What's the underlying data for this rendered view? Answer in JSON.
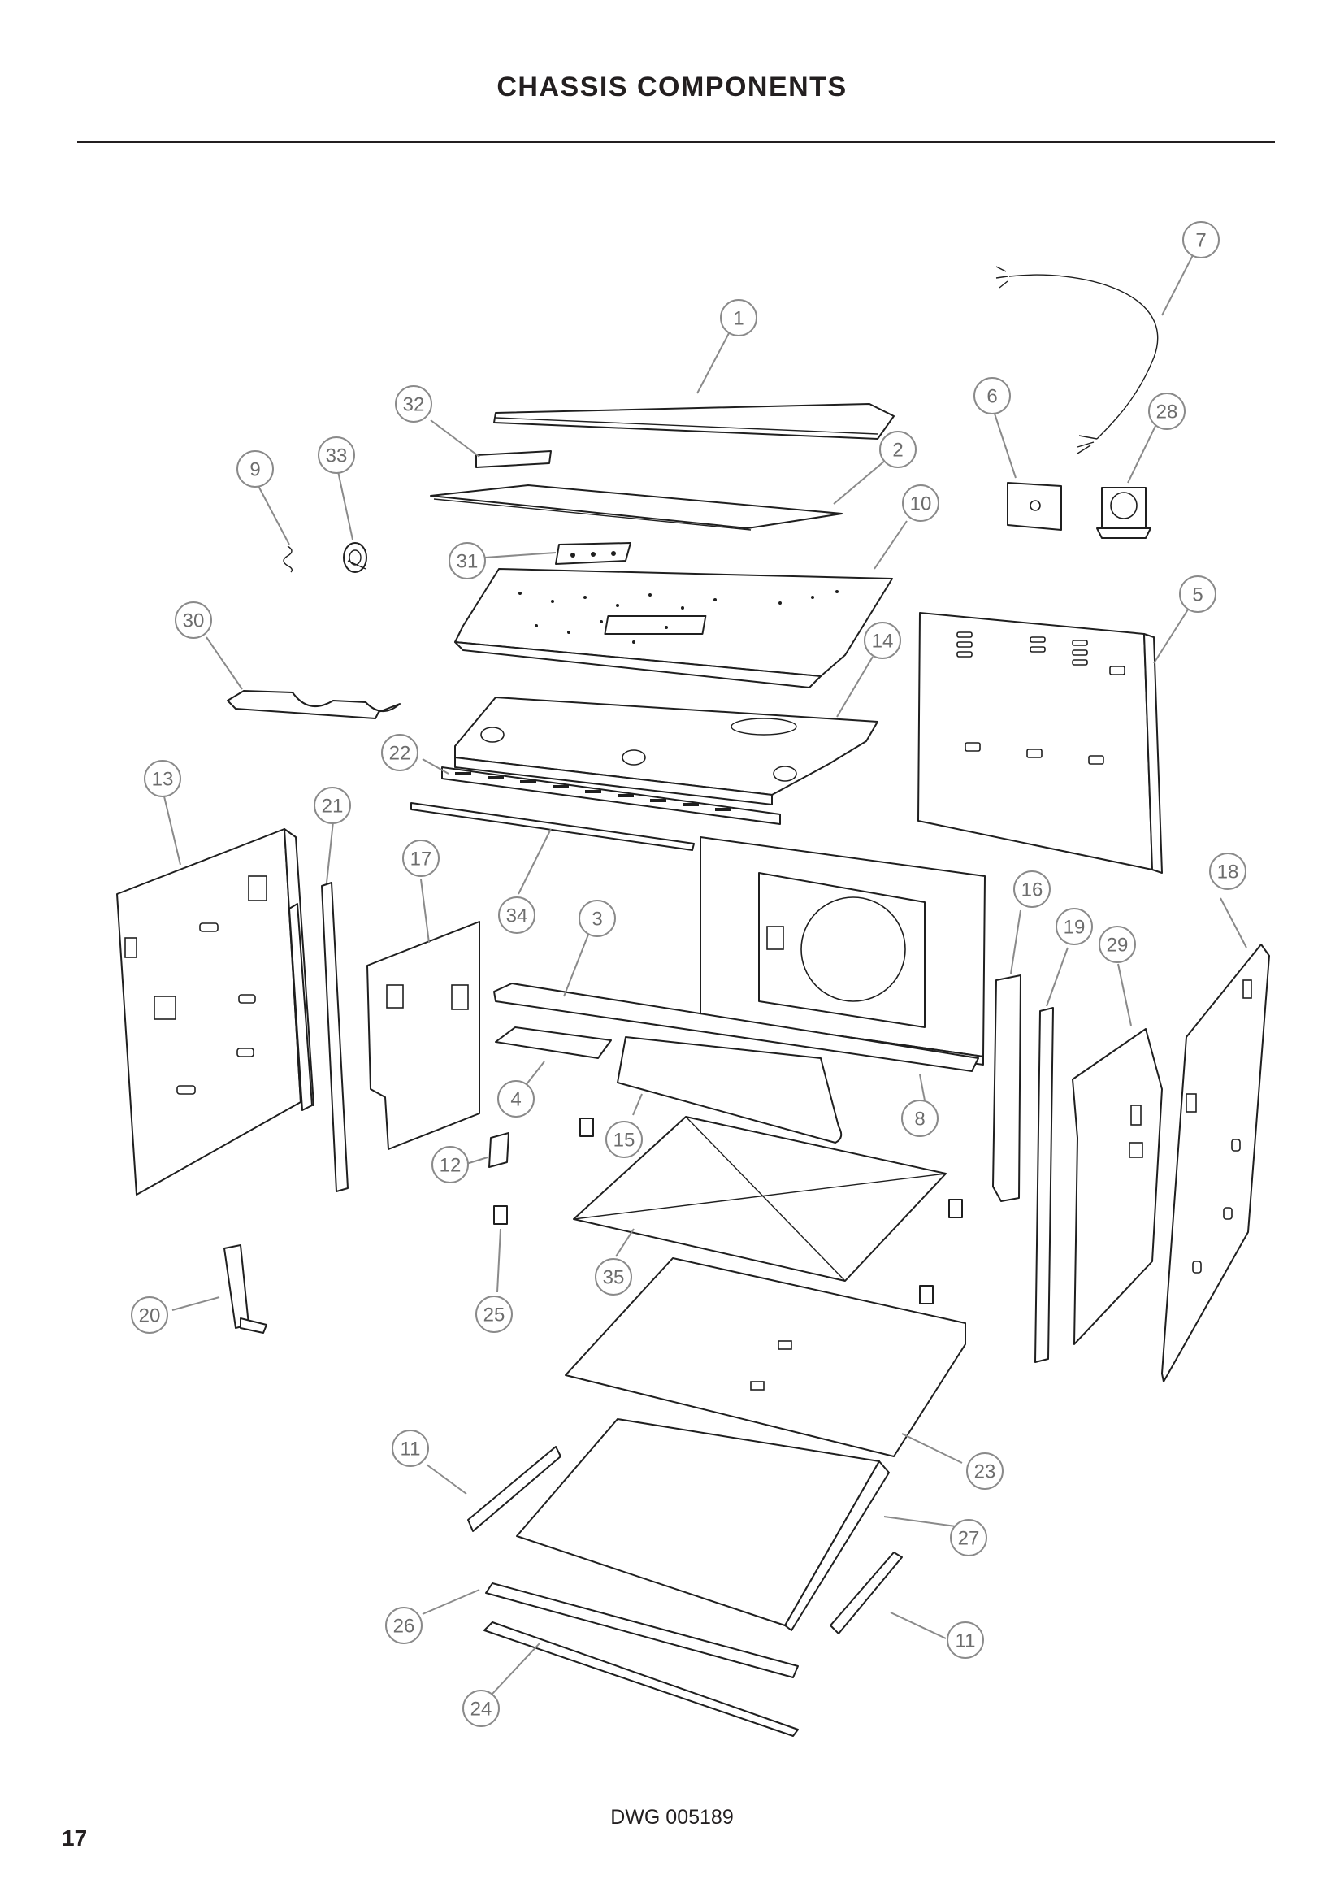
{
  "page": {
    "title": "CHASSIS COMPONENTS",
    "drawing_number": "DWG 005189",
    "page_number": "17"
  },
  "callouts": [
    {
      "label": "1"
    },
    {
      "label": "2"
    },
    {
      "label": "3"
    },
    {
      "label": "4"
    },
    {
      "label": "5"
    },
    {
      "label": "6"
    },
    {
      "label": "7"
    },
    {
      "label": "8"
    },
    {
      "label": "9"
    },
    {
      "label": "10"
    },
    {
      "label": "11"
    },
    {
      "label": "11"
    },
    {
      "label": "12"
    },
    {
      "label": "13"
    },
    {
      "label": "14"
    },
    {
      "label": "15"
    },
    {
      "label": "16"
    },
    {
      "label": "17"
    },
    {
      "label": "18"
    },
    {
      "label": "19"
    },
    {
      "label": "20"
    },
    {
      "label": "21"
    },
    {
      "label": "22"
    },
    {
      "label": "23"
    },
    {
      "label": "24"
    },
    {
      "label": "25"
    },
    {
      "label": "26"
    },
    {
      "label": "27"
    },
    {
      "label": "28"
    },
    {
      "label": "29"
    },
    {
      "label": "30"
    },
    {
      "label": "31"
    },
    {
      "label": "32"
    },
    {
      "label": "33"
    },
    {
      "label": "34"
    },
    {
      "label": "35"
    }
  ]
}
